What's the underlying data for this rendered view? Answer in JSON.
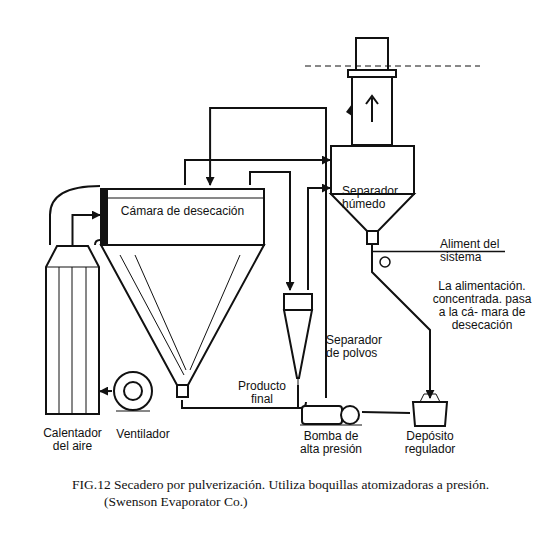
{
  "diagram": {
    "caption": "FIG.12 Secadero por pulverización. Utiliza boquillas atomizadoras a presión. (Swenson Evaporator Co.)",
    "nodes": [
      {
        "text": [
          "Cámara de desecación"
        ]
      },
      {
        "text": [
          "Separador húmedo"
        ]
      },
      {
        "text": [
          "Separador de polvos"
        ]
      },
      {
        "text": [
          "Calentador del aire"
        ]
      },
      {
        "text": [
          "Ventilador"
        ]
      },
      {
        "text": [
          "Bomba de alta presión"
        ]
      },
      {
        "text": [
          "Depósito regulador"
        ]
      }
    ],
    "edges": [
      {
        "from": 4,
        "to": 3,
        "arrow": "to"
      },
      {
        "from": 3,
        "to": 0,
        "arrow": "to"
      },
      {
        "from": 0,
        "to": 1,
        "arrow": "to"
      },
      {
        "from": 0,
        "to": 2,
        "arrow": "to"
      },
      {
        "from": 2,
        "to": 1,
        "arrow": "to"
      },
      {
        "from": 1,
        "to": 6,
        "arrow": "to"
      },
      {
        "from": 6,
        "to": 5,
        "arrow": "none"
      },
      {
        "from": 5,
        "to": 0,
        "arrow": "to"
      }
    ],
    "labels": [
      "Aliment del sistema",
      "La alimentación. concentrada. pasa a la cá- mara de desecación",
      "Producto final"
    ]
  }
}
